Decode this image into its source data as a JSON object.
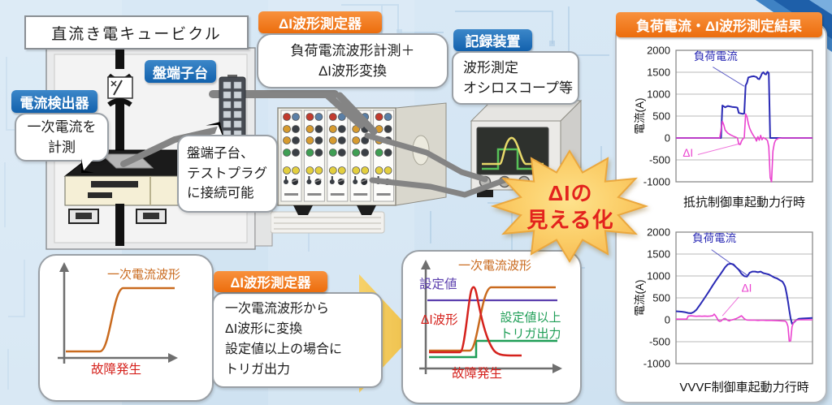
{
  "colors": {
    "label_blue": "#1261ad",
    "label_orange": "#ee6f10",
    "load_current": "#2a2ab5",
    "delta_i": "#ea43cf",
    "starburst_text": "#e3231d"
  },
  "cubicle": {
    "title": "直流き電キュービクル",
    "detector_label": "電流検出器",
    "detector_note": "一次電流を\n計測",
    "terminal_label": "盤端子台",
    "terminal_note": "盤端子台、\nテストプラグ\nに接続可能"
  },
  "measurer": {
    "label": "ΔI波形測定器",
    "note": [
      "負荷電流波形計測＋",
      "ΔI波形変換"
    ]
  },
  "recorder": {
    "label": "記録装置",
    "note": [
      "波形測定",
      "オシロスコープ等"
    ]
  },
  "starburst": {
    "lines": [
      "ΔIの",
      "見える化"
    ]
  },
  "results_header": "負荷電流・ΔI波形測定結果",
  "flow": {
    "left_diagram": {
      "curve_label": "一次電流波形",
      "event_label": "故障発生"
    },
    "converter": {
      "label": "ΔI波形測定器",
      "lines": [
        "一次電流波形から",
        "ΔI波形に変換",
        "設定値以上の場合に",
        "トリガ出力"
      ]
    },
    "right_diagram": {
      "primary_label": "一次電流波形",
      "threshold_label": "設定値",
      "delta_label": "ΔI波形",
      "trigger_label": "設定値以上\nトリガ出力",
      "event_label": "故障発生"
    }
  },
  "chart_data": [
    {
      "type": "line",
      "title": "",
      "caption": "抵抗制御車起動力行時",
      "xlabel": "",
      "ylabel": "電流(A)",
      "ylim": [
        -1000,
        2000
      ],
      "yticks": [
        2000,
        1500,
        1000,
        500,
        0,
        -500,
        -1000
      ],
      "xlim": [
        0,
        100
      ],
      "grid": true,
      "series": [
        {
          "name": "負荷電流",
          "color": "#2a2ab5",
          "width": 2,
          "points": [
            [
              0,
              0
            ],
            [
              33,
              0
            ],
            [
              34,
              740
            ],
            [
              36,
              700
            ],
            [
              38,
              730
            ],
            [
              41,
              710
            ],
            [
              44,
              700
            ],
            [
              45,
              690
            ],
            [
              46,
              570
            ],
            [
              49,
              550
            ],
            [
              50,
              560
            ],
            [
              51,
              1200
            ],
            [
              52,
              1260
            ],
            [
              53,
              1380
            ],
            [
              55,
              1400
            ],
            [
              57,
              1410
            ],
            [
              59,
              1390
            ],
            [
              60,
              1350
            ],
            [
              61,
              1340
            ],
            [
              62,
              1400
            ],
            [
              63,
              1470
            ],
            [
              64,
              1500
            ],
            [
              65,
              1460
            ],
            [
              66,
              1450
            ],
            [
              67,
              1510
            ],
            [
              68,
              1480
            ],
            [
              69,
              0
            ],
            [
              100,
              0
            ]
          ]
        },
        {
          "name": "ΔI",
          "color": "#ea43cf",
          "width": 1.6,
          "points": [
            [
              0,
              0
            ],
            [
              32,
              0
            ],
            [
              34,
              380
            ],
            [
              35,
              300
            ],
            [
              36,
              180
            ],
            [
              38,
              110
            ],
            [
              40,
              70
            ],
            [
              42,
              40
            ],
            [
              44,
              15
            ],
            [
              45,
              0
            ],
            [
              46,
              -140
            ],
            [
              47,
              -150
            ],
            [
              48,
              -70
            ],
            [
              49,
              -20
            ],
            [
              50,
              0
            ],
            [
              51,
              550
            ],
            [
              52,
              480
            ],
            [
              53,
              330
            ],
            [
              54,
              220
            ],
            [
              55,
              150
            ],
            [
              56,
              90
            ],
            [
              57,
              40
            ],
            [
              58,
              0
            ],
            [
              59,
              -70
            ],
            [
              60,
              30
            ],
            [
              61,
              -50
            ],
            [
              62,
              60
            ],
            [
              63,
              -40
            ],
            [
              64,
              10
            ],
            [
              66,
              -30
            ],
            [
              67,
              -60
            ],
            [
              68,
              -200
            ],
            [
              69,
              -900
            ],
            [
              70,
              -1000
            ],
            [
              71,
              -300
            ],
            [
              72,
              -120
            ],
            [
              73,
              -50
            ],
            [
              75,
              -10
            ],
            [
              78,
              0
            ],
            [
              100,
              0
            ]
          ]
        }
      ],
      "annotations": [
        {
          "text": "負荷電流",
          "color": "#2a2ab5",
          "x": 13,
          "y": 1780,
          "leader_from": [
            27,
            1620
          ],
          "leader_to": [
            50,
            1180
          ]
        },
        {
          "text": "ΔI",
          "color": "#ea43cf",
          "x": 5,
          "y": -430,
          "leader_from": [
            16,
            -380
          ],
          "leader_to": [
            48,
            -120
          ]
        }
      ]
    },
    {
      "type": "line",
      "title": "",
      "caption": "VVVF制御車起動力行時",
      "xlabel": "",
      "ylabel": "電流(A)",
      "ylim": [
        -1000,
        2000
      ],
      "yticks": [
        2000,
        1500,
        1000,
        500,
        0,
        -500,
        -1000
      ],
      "xlim": [
        0,
        100
      ],
      "grid": true,
      "series": [
        {
          "name": "負荷電流",
          "color": "#2a2ab5",
          "width": 2,
          "points": [
            [
              0,
              195
            ],
            [
              4,
              185
            ],
            [
              7,
              170
            ],
            [
              9,
              155
            ],
            [
              11,
              150
            ],
            [
              13,
              175
            ],
            [
              15,
              230
            ],
            [
              18,
              360
            ],
            [
              21,
              500
            ],
            [
              24,
              640
            ],
            [
              27,
              790
            ],
            [
              30,
              930
            ],
            [
              33,
              1060
            ],
            [
              36,
              1200
            ],
            [
              38,
              1265
            ],
            [
              40,
              1280
            ],
            [
              42,
              1265
            ],
            [
              44,
              1200
            ],
            [
              46,
              1140
            ],
            [
              48,
              1050
            ],
            [
              50,
              995
            ],
            [
              52,
              985
            ],
            [
              53,
              1030
            ],
            [
              54,
              1075
            ],
            [
              56,
              1100
            ],
            [
              58,
              1100
            ],
            [
              60,
              1085
            ],
            [
              62,
              1100
            ],
            [
              64,
              1065
            ],
            [
              66,
              1050
            ],
            [
              68,
              1035
            ],
            [
              70,
              1000
            ],
            [
              72,
              965
            ],
            [
              74,
              945
            ],
            [
              76,
              905
            ],
            [
              78,
              870
            ],
            [
              79,
              820
            ],
            [
              80,
              750
            ],
            [
              81,
              600
            ],
            [
              82,
              420
            ],
            [
              83,
              220
            ],
            [
              84,
              30
            ],
            [
              85,
              -90
            ],
            [
              86,
              -70
            ],
            [
              87,
              -40
            ],
            [
              88,
              -10
            ],
            [
              90,
              25
            ],
            [
              93,
              30
            ],
            [
              96,
              35
            ],
            [
              100,
              40
            ]
          ]
        },
        {
          "name": "ΔI",
          "color": "#ea43cf",
          "width": 1.6,
          "points": [
            [
              0,
              15
            ],
            [
              7,
              15
            ],
            [
              8,
              20
            ],
            [
              9,
              85
            ],
            [
              11,
              90
            ],
            [
              13,
              85
            ],
            [
              15,
              80
            ],
            [
              17,
              85
            ],
            [
              19,
              80
            ],
            [
              21,
              85
            ],
            [
              23,
              80
            ],
            [
              25,
              85
            ],
            [
              27,
              95
            ],
            [
              28,
              130
            ],
            [
              29,
              90
            ],
            [
              30,
              40
            ],
            [
              31,
              -20
            ],
            [
              32,
              -35
            ],
            [
              33,
              -30
            ],
            [
              34,
              0
            ],
            [
              35,
              25
            ],
            [
              36,
              30
            ],
            [
              37,
              10
            ],
            [
              38,
              -15
            ],
            [
              39,
              -25
            ],
            [
              40,
              -10
            ],
            [
              42,
              5
            ],
            [
              44,
              25
            ],
            [
              45,
              40
            ],
            [
              46,
              55
            ],
            [
              47,
              75
            ],
            [
              48,
              90
            ],
            [
              49,
              60
            ],
            [
              50,
              25
            ],
            [
              51,
              5
            ],
            [
              52,
              -5
            ],
            [
              54,
              -10
            ],
            [
              56,
              -5
            ],
            [
              58,
              -10
            ],
            [
              60,
              -15
            ],
            [
              63,
              -10
            ],
            [
              66,
              -15
            ],
            [
              70,
              -15
            ],
            [
              74,
              -20
            ],
            [
              78,
              -25
            ],
            [
              80,
              -30
            ],
            [
              81,
              -60
            ],
            [
              82,
              -150
            ],
            [
              83,
              -490
            ],
            [
              84,
              -480
            ],
            [
              85,
              -160
            ],
            [
              86,
              -70
            ],
            [
              87,
              -30
            ],
            [
              88,
              -10
            ],
            [
              90,
              0
            ],
            [
              95,
              0
            ],
            [
              100,
              0
            ]
          ]
        }
      ],
      "annotations": [
        {
          "text": "負荷電流",
          "color": "#2a2ab5",
          "x": 12,
          "y": 1780,
          "leader_from": [
            26,
            1600
          ],
          "leader_to": [
            52,
            1020
          ]
        },
        {
          "text": "ΔI",
          "color": "#ea43cf",
          "x": 48,
          "y": 640,
          "leader_from": [
            46,
            520
          ],
          "leader_to": [
            34,
            90
          ]
        }
      ]
    }
  ]
}
